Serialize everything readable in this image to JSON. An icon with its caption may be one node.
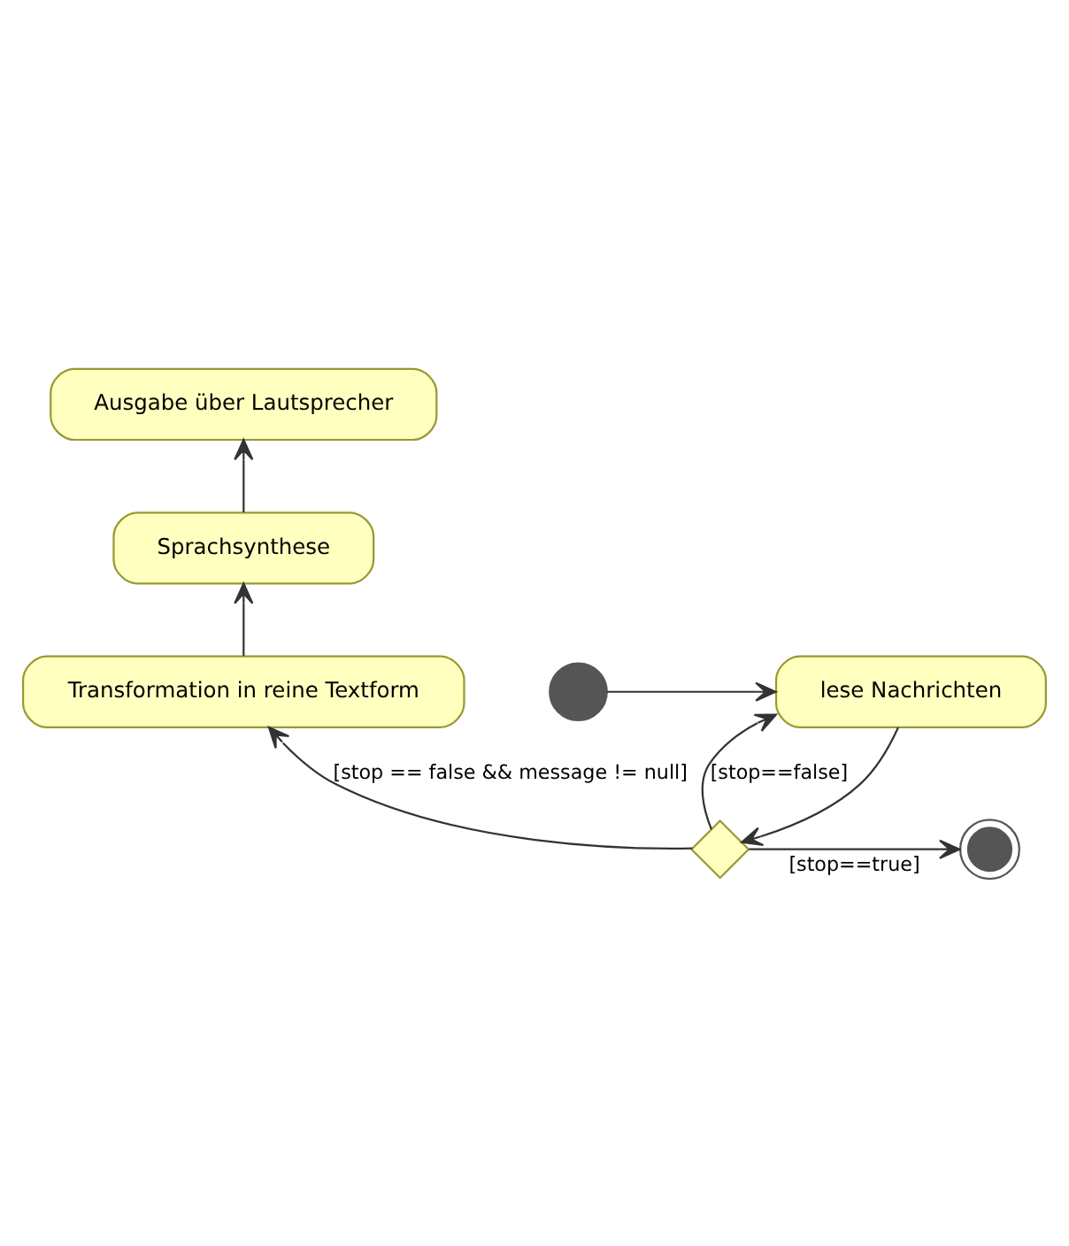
{
  "diagram": {
    "nodes": [
      {
        "text": [
          "Ausgabe über Lautsprecher"
        ]
      },
      {
        "text": [
          "Sprachsynthese"
        ]
      },
      {
        "text": [
          "Transformation in reine Textform"
        ]
      },
      {
        "text": [],
        "shape": "diamond"
      },
      {
        "text": [
          "lese Nachrichten"
        ]
      },
      {
        "text": [],
        "shape": "circle"
      },
      {
        "text": [],
        "shape": "circle"
      }
    ],
    "edges": [
      {
        "from": 1,
        "to": 0,
        "arrow": "to"
      },
      {
        "from": 2,
        "to": 1,
        "arrow": "to"
      },
      {
        "from": 3,
        "to": 2,
        "arrow": "to",
        "label": "[stop == false && message != null]"
      },
      {
        "from": 3,
        "to": 5,
        "arrow": "to",
        "label": "[stop==true]"
      },
      {
        "from": 3,
        "to": 4,
        "arrow": "to",
        "label": "[stop==false]"
      },
      {
        "from": 4,
        "to": 3,
        "arrow": "to"
      },
      {
        "from": 6,
        "to": 4,
        "arrow": "to"
      }
    ]
  }
}
